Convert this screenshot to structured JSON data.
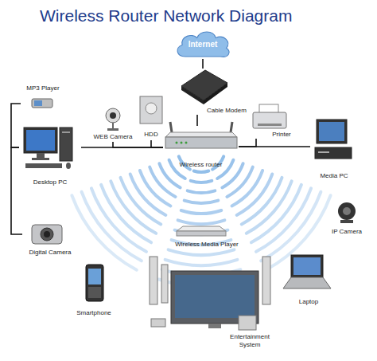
{
  "diagram": {
    "title": "Wireless Router Network Diagram",
    "nodes": [
      {
        "text": [
          "Internet"
        ]
      },
      {
        "text": [
          "MP3 Player"
        ]
      },
      {
        "text": [
          "WEB Camera"
        ]
      },
      {
        "text": [
          "HDD"
        ]
      },
      {
        "text": [
          "Cable Modem"
        ]
      },
      {
        "text": [
          "Printer"
        ]
      },
      {
        "text": [
          "Desktop PC"
        ]
      },
      {
        "text": [
          "Wireless router"
        ]
      },
      {
        "text": [
          "Media PC"
        ]
      },
      {
        "text": [
          "Digital Camera"
        ]
      },
      {
        "text": [
          "IP Camera"
        ]
      },
      {
        "text": [
          "Wireless Media Player"
        ]
      },
      {
        "text": [
          "Smartphone"
        ]
      },
      {
        "text": [
          "Laptop"
        ]
      },
      {
        "text": [
          "Entertainment System"
        ]
      }
    ],
    "edges": [
      {
        "from": 0,
        "to": 4,
        "arrow": "none"
      },
      {
        "from": 4,
        "to": 7,
        "arrow": "none"
      },
      {
        "from": 6,
        "to": 7,
        "arrow": "none"
      },
      {
        "from": 2,
        "to": 7,
        "arrow": "none"
      },
      {
        "from": 3,
        "to": 7,
        "arrow": "none"
      },
      {
        "from": 1,
        "to": 6,
        "arrow": "none"
      },
      {
        "from": 9,
        "to": 6,
        "arrow": "none"
      },
      {
        "from": 7,
        "to": 5,
        "arrow": "none"
      },
      {
        "from": 7,
        "to": 8,
        "arrow": "none"
      }
    ]
  }
}
